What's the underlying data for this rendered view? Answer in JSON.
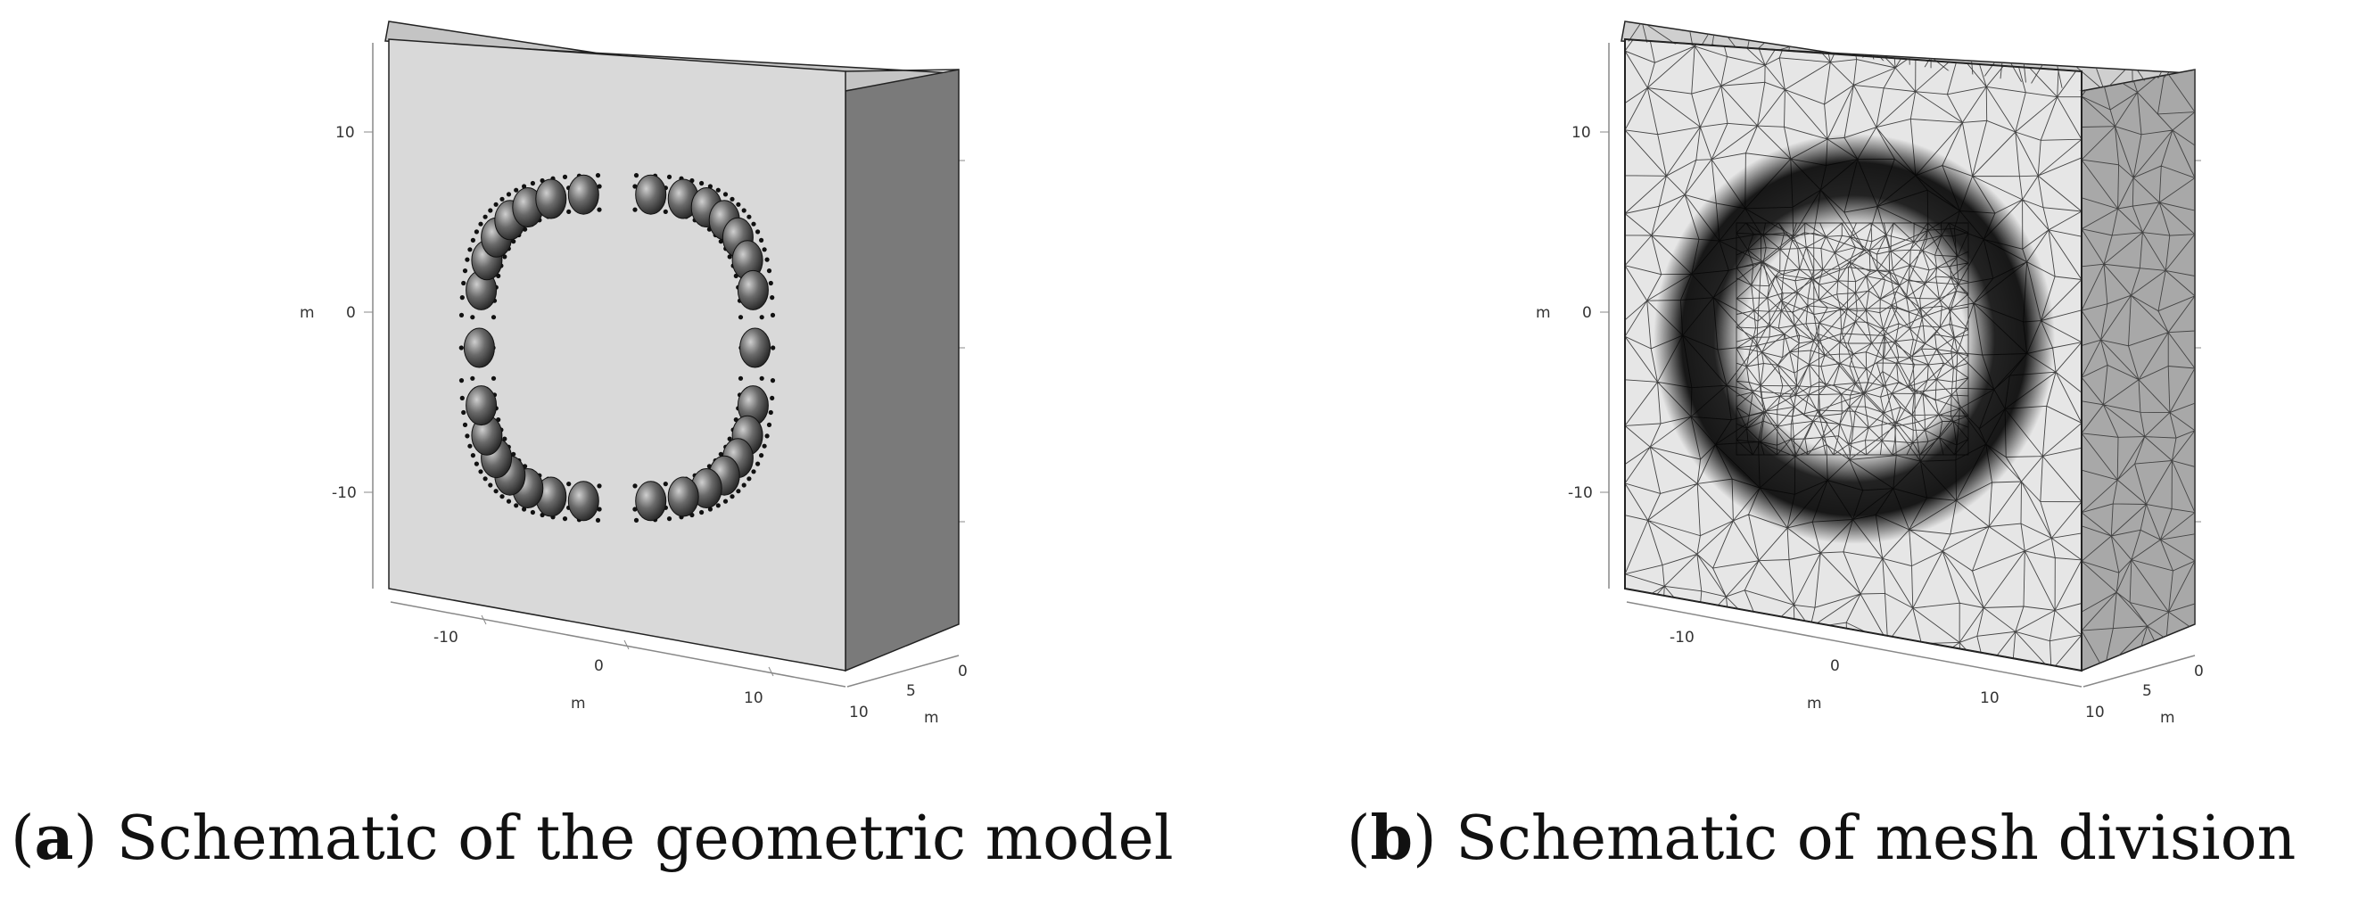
{
  "panels": [
    {
      "letter": "a",
      "caption": "Schematic of the geometric model",
      "ticks": {
        "y": [
          "10",
          "0",
          "-10"
        ],
        "y_unit": "m",
        "x": [
          "-10",
          "0",
          "10"
        ],
        "x_unit": "m",
        "z": [
          "0",
          "5",
          "10"
        ],
        "z_unit": "m"
      }
    },
    {
      "letter": "b",
      "caption": "Schematic of mesh division",
      "ticks": {
        "y": [
          "10",
          "0",
          "-10"
        ],
        "y_unit": "m",
        "x": [
          "-10",
          "0",
          "10"
        ],
        "x_unit": "m",
        "z": [
          "0",
          "5",
          "10"
        ],
        "z_unit": "m"
      }
    }
  ],
  "colors": {
    "front_face": "#d9d9d9",
    "side_face": "#7a7a7a",
    "top_face": "#bdbdbd",
    "mesh_line": "#333333",
    "pile": "#3a3a3a"
  }
}
